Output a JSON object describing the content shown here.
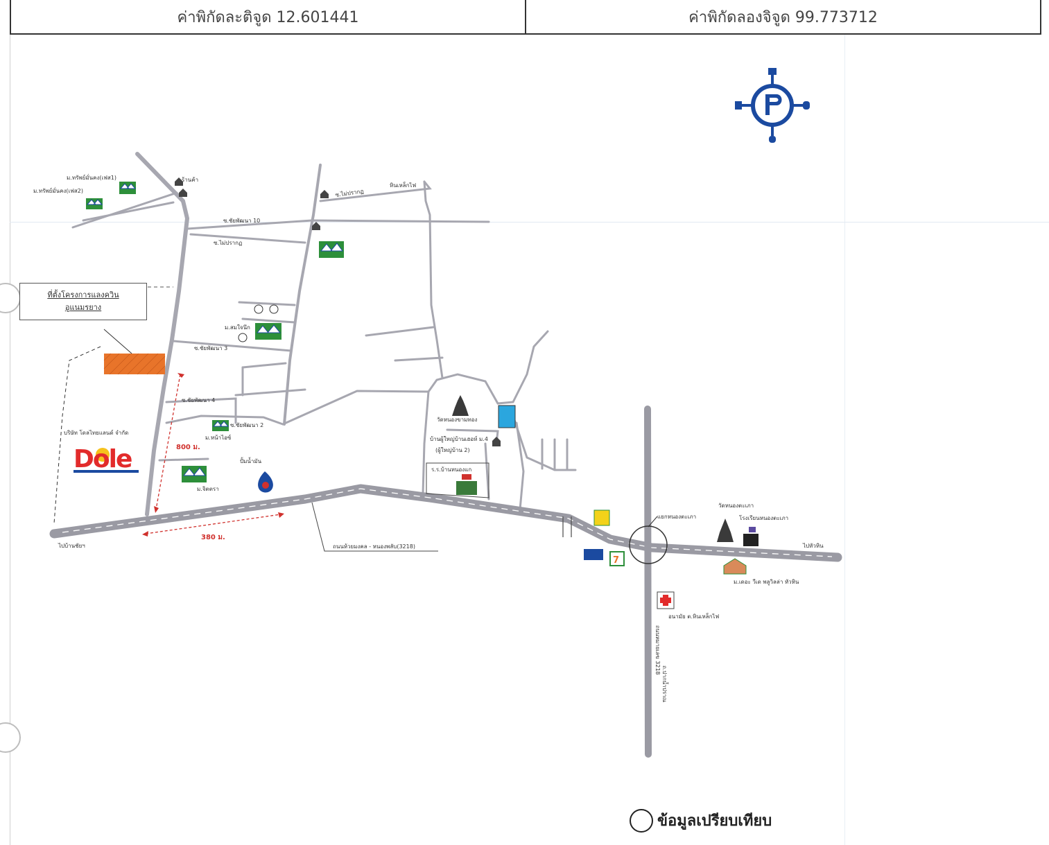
{
  "coords": {
    "lat_text": "ค่าพิกัดละติจูด 12.601441",
    "lon_text": "ค่าพิกัดลองจิจูด 99.773712"
  },
  "callout": {
    "line1": "ที่ตั้งโครงการแลงควิน",
    "line2": "อูแนมรยาง"
  },
  "labels": {
    "village_top1": "ม.ทรัพย์มั่นคง(เฟส1)",
    "village_top2": "ม.ทรัพย์มั่นคง(เฟส2)",
    "shop": "ร้านค้า",
    "soi_dev10": "ซ.ชัยพัฒนา 10",
    "soi_top_mid": "ซ.ไม่ปรากฏ",
    "soi_top_right": "ซ.ไม่ปรากฏ",
    "hin_lek_fai": "หินเหล็กไฟ",
    "soi_a": "ซ.ไม่ปรากฏ",
    "soi_b": "ซ.ชัยพัฒนา 3",
    "soi_c": "ซ.ชัยพัฒนา 4",
    "soi_d": "ซ.ชัยพัฒนา 2",
    "village_mid": "ม.สมใจนึก",
    "village_nam": "ม.หน้าไอซ์",
    "village_jit": "ม.จิตตรา",
    "gas": "ปั้มน้ำมัน",
    "dole_company": "บริษัท โดลไทยแลนด์ จำกัด",
    "dole_logo": "Dole",
    "dist_800": "800 ม.",
    "dist_380": "380 ม.",
    "to_left": "ไปบ้านชัยฯ",
    "main_road": "ถนนห้วยมงคล - หนองพลับ(3218)",
    "temple1": "วัดหนองขามทอง",
    "village_chief": "บ้านผู้ใหญ่บ้านเฮอห์ ม.4",
    "village_chief2": "(ผู้ใหญ่บ้าน 2)",
    "school1": "ร.ร.บ้านหนองแก",
    "junction": "แยกหนองตะเภา",
    "temple2": "วัดหนองตะเภา",
    "school2": "โรงเรียนหนองตะเภา",
    "to_right": "ไปหัวหิน",
    "resort": "ม.เดอะ วีเด พลูวิลล่า หัวหิน",
    "health": "อนามัย ต.หินเหล็กไฟ",
    "vertical_road": "ถนนหมายเลข 3218",
    "vertical_road2": "ถ.ปากน้ำปราณ"
  },
  "legend": {
    "text": "ข้อมูลเปรียบเทียบ"
  },
  "colors": {
    "road": "#a7a7b0",
    "road_main": "#9a9aa3",
    "project_site": "#e8742a",
    "pond": "#2ba6de",
    "compass": "#1b4aa0",
    "dole_red": "#e22b2b",
    "dole_yellow": "#f6c21c",
    "dashed_red": "#d0312d"
  }
}
